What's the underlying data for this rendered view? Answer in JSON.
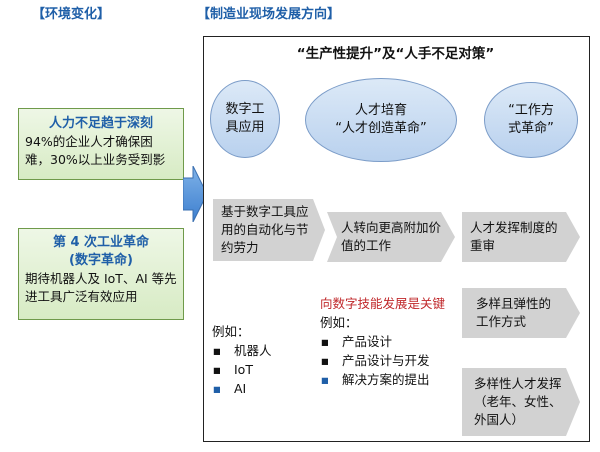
{
  "headers": {
    "left": "【环境变化】",
    "right": "【制造业现场发展方向】"
  },
  "env1": {
    "title": "人力不足趋于深刻",
    "body": "94%的企业人才确保困难，30%以上业务受到影"
  },
  "env2": {
    "title1": "第 4 次工业革命",
    "title2": "(数字革命)",
    "body": "期待机器人及 IoT、AI 等先进工具广泛有效应用"
  },
  "main": {
    "title": "“生产性提升”及“人手不足对策”"
  },
  "ellipses": {
    "e1": "数字工具应用",
    "e2a": "人才培育",
    "e2b": "“人才创造革命”",
    "e3": "“工作方式革命”"
  },
  "chevrons": {
    "c1": "基于数字工具应用的自动化与节约劳力",
    "c2": "人转向更高附加价值的工作",
    "c3": "人才发挥制度的重审",
    "c4": "多样且弹性的工作方式",
    "c5": "多样性人才发挥（老年、女性、外国人）"
  },
  "examples1": {
    "label": "例如：",
    "items": [
      "机器人",
      "IoT",
      "AI"
    ]
  },
  "examples2": {
    "highlight": "向数字技能发展是关键",
    "label": "例如：",
    "items": [
      "产品设计",
      "产品设计与开发",
      "解决方案的提出"
    ]
  },
  "colors": {
    "accent": "#1f5fa8",
    "highlight": "#c0282b",
    "ellipse_fill": "#c9dcf2",
    "chevron_fill": "#cfcfcf"
  }
}
